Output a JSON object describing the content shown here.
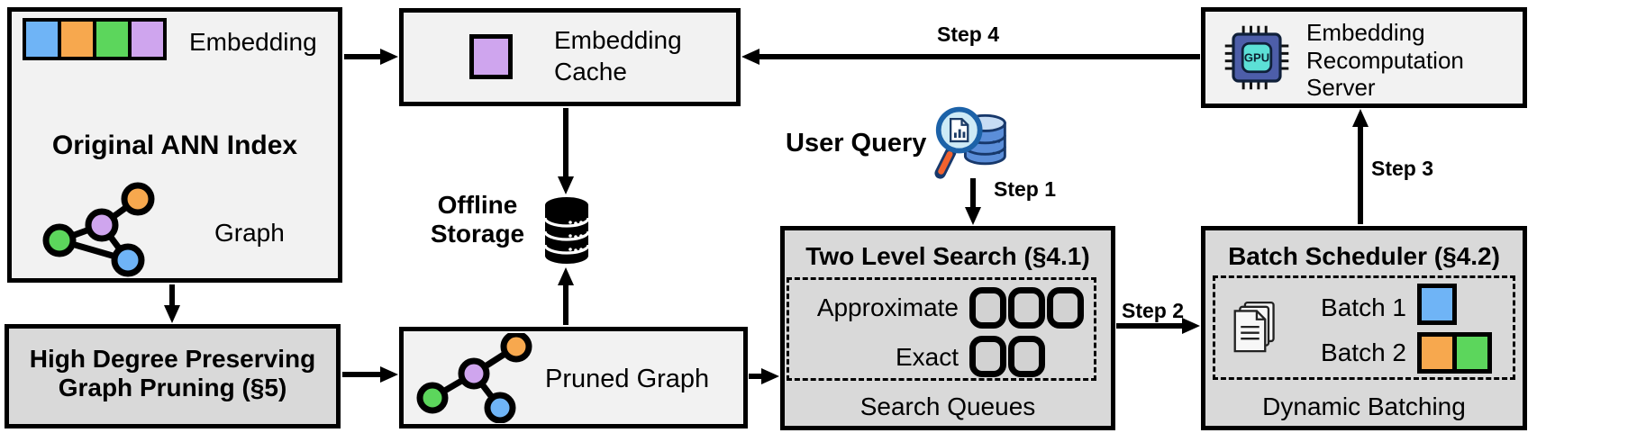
{
  "palette": {
    "box_light": "#f2f2f2",
    "box_dark": "#d9d9d9",
    "chip_blue": "#6fb4f6",
    "chip_orange": "#f7a84e",
    "chip_green": "#5cd65c",
    "chip_purple": "#cfa5ee",
    "arrow_black": "#000000",
    "gpu_chip_body": "#4d5ea9",
    "gpu_chip_core": "#5ce0d6",
    "query_db_blue": "#5b8ed9",
    "magnifier_handle_orange": "#f2622e"
  },
  "boxes": {
    "ann_index": {
      "title": "Original ANN Index",
      "embedding_label": "Embedding",
      "graph_label": "Graph"
    },
    "embedding_cache": {
      "label": "Embedding\nCache"
    },
    "graph_pruning": {
      "label": "High Degree Preserving\nGraph Pruning (§5)"
    },
    "pruned_graph": {
      "label": "Pruned Graph"
    },
    "two_level_search": {
      "title": "Two Level Search (§4.1)",
      "approximate_label": "Approximate",
      "exact_label": "Exact",
      "caption": "Search Queues"
    },
    "batch_scheduler": {
      "title": "Batch Scheduler (§4.2)",
      "batch1_label": "Batch 1",
      "batch2_label": "Batch 2",
      "caption": "Dynamic Batching"
    },
    "recompute_server": {
      "label": "Embedding\nRecomputation\nServer",
      "gpu_chip_text": "GPU"
    }
  },
  "floating": {
    "offline_storage_label": "Offline\nStorage",
    "user_query_label": "User Query"
  },
  "steps": {
    "step1": "Step 1",
    "step2": "Step 2",
    "step3": "Step 3",
    "step4": "Step 4"
  }
}
